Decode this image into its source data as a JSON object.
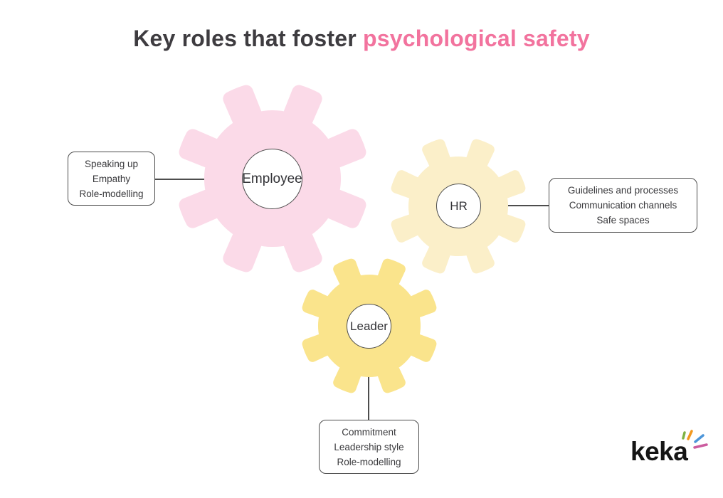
{
  "title": {
    "prefix": "Key roles that foster ",
    "highlight": "psychological safety"
  },
  "colors": {
    "title_text": "#3E3C40",
    "title_highlight": "#F2739E",
    "employee_gear": "#FBDAE8",
    "hr_gear": "#FBEFC9",
    "leader_gear": "#FAE48C",
    "connector": "#4D4D4D",
    "box_border": "#4B4B4B",
    "body_text": "#39393C"
  },
  "gears": {
    "employee": {
      "label": "Employee",
      "items": [
        "Speaking up",
        "Empathy",
        "Role-modelling"
      ]
    },
    "hr": {
      "label": "HR",
      "items": [
        "Guidelines and processes",
        "Communication channels",
        "Safe spaces"
      ]
    },
    "leader": {
      "label": "Leader",
      "items": [
        "Commitment",
        "Leadership style",
        "Role-modelling"
      ]
    }
  },
  "logo": {
    "text": "keka",
    "spark_colors": [
      "#7FB344",
      "#F2981F",
      "#4D96D9",
      "#CC5C9F"
    ]
  }
}
